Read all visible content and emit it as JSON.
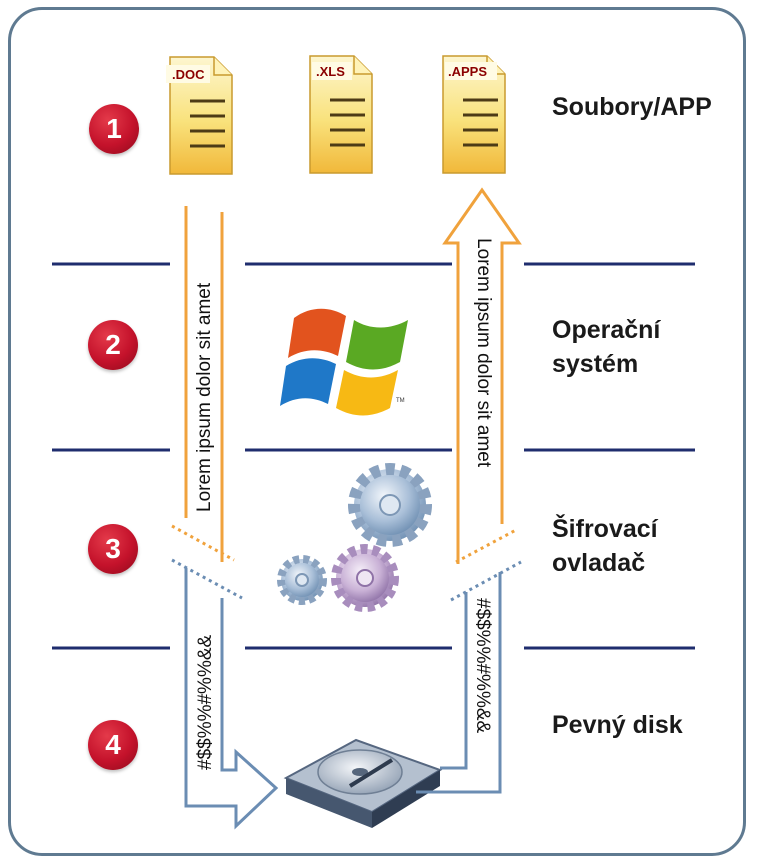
{
  "steps": [
    {
      "number": "1",
      "label_line1": "Soubory/APP",
      "label_line2": ""
    },
    {
      "number": "2",
      "label_line1": "Operační",
      "label_line2": "systém"
    },
    {
      "number": "3",
      "label_line1": "Šifrovací",
      "label_line2": "ovladač"
    },
    {
      "number": "4",
      "label_line1": "Pevný disk",
      "label_line2": ""
    }
  ],
  "files": [
    ".DOC",
    ".XLS",
    ".APPS"
  ],
  "plaintext_label": "Lorem ipsum dolor sit amet",
  "ciphertext_label": "#$$%%#%%&&",
  "colors": {
    "frame": "#5f7a91",
    "divider": "#1f2d6e",
    "plaintext_arrow": "#f0a23c",
    "ciphertext_arrow": "#6b8db3",
    "badge": "#c4122b"
  },
  "icons": [
    "document-icon",
    "windows-logo-icon",
    "gears-icon",
    "hard-disk-icon"
  ]
}
